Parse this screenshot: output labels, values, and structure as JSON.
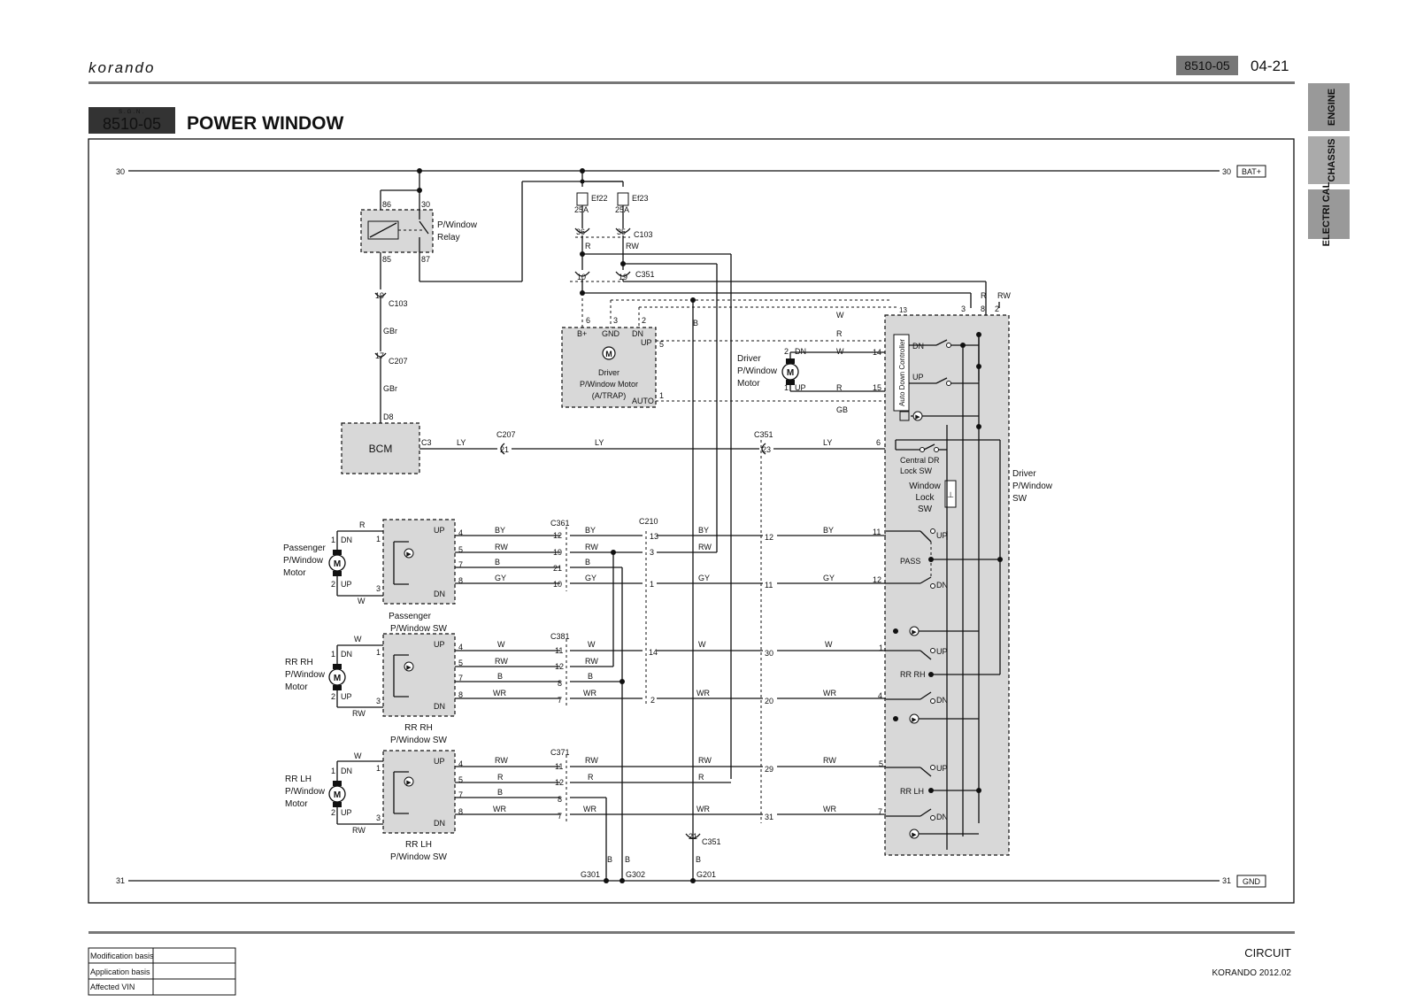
{
  "header": {
    "brand": "korando",
    "section_code": "8510-05",
    "page_number": "04-21",
    "sgn_label": "S.G.N.",
    "title_code": "8510-05",
    "title": "POWER WINDOW"
  },
  "side_tabs": [
    "ENGINE",
    "CHASSIS",
    "ELECTRI CAL"
  ],
  "rails": {
    "top_num": "30",
    "top_label": "BAT+",
    "bottom_num": "31",
    "bottom_label": "GND"
  },
  "relay": {
    "pins": [
      "86",
      "30",
      "85",
      "87"
    ],
    "label_1": "P/Window",
    "label_2": "Relay"
  },
  "fuses": [
    {
      "name": "Ef22",
      "rating": "25A",
      "pin": "36",
      "wire": "R"
    },
    {
      "name": "Ef23",
      "rating": "25A",
      "pin": "35",
      "wire": "RW"
    }
  ],
  "connectors": {
    "c103": "C103",
    "c207": "C207",
    "c351": "C351",
    "c361": "C361",
    "c210": "C210",
    "c381": "C381",
    "c371": "C371"
  },
  "left_chain": {
    "pin_19": "19",
    "wire_1": "GBr",
    "pin_17": "17",
    "wire_2": "GBr",
    "d8": "D8"
  },
  "bcm": {
    "label": "BCM",
    "pin": "C3",
    "wire": "LY",
    "c207_pin": "21",
    "wire_2": "LY",
    "c351_pin": "23",
    "wire_3": "LY",
    "sw_pin": "6"
  },
  "driver_motor_atrap": {
    "pins_top": [
      "6",
      "3",
      "2"
    ],
    "bplus": "B+",
    "gnd": "GND",
    "dn": "DN",
    "up": "UP",
    "up_pin": "5",
    "auto": "AUTO",
    "auto_pin": "1",
    "line_1": "Driver",
    "line_2": "P/Window Motor",
    "line_3": "(A/TRAP)",
    "c351_pins": [
      "10",
      "19"
    ]
  },
  "driver_motor": {
    "line_1": "Driver",
    "line_2": "P/Window",
    "line_3": "Motor",
    "dn_pin": "2",
    "dn": "DN",
    "up_pin": "1",
    "up": "UP",
    "wire_dn": "W",
    "wire_up": "R",
    "pin_14": "14",
    "pin_15": "15",
    "wire_w_top": "W",
    "wire_r_top": "R",
    "wire_gb": "GB",
    "pin_13": "13"
  },
  "driver_switch": {
    "label_1": "Driver",
    "label_2": "P/Window",
    "label_3": "SW",
    "controller": "Auto Down Controller",
    "dn": "DN",
    "up": "UP",
    "central_1": "Central DR",
    "central_2": "Lock SW",
    "lock_1": "Window",
    "lock_2": "Lock",
    "lock_3": "SW",
    "pass": "PASS",
    "rrrh": "RR RH",
    "rrlh": "RR LH",
    "top_pins": [
      "3",
      "8",
      "2"
    ],
    "top_wires": [
      "R",
      "RW"
    ]
  },
  "passenger": {
    "motor_1": "Passenger",
    "motor_2": "P/Window",
    "motor_3": "Motor",
    "sw_1": "Passenger",
    "sw_2": "P/Window SW",
    "wire_top": "R",
    "wire_bottom": "W",
    "dn_pin": "1",
    "dn": "DN",
    "up_pin": "2",
    "up": "UP",
    "pin_l1": "1",
    "pin_l3": "3",
    "sw_up": "UP",
    "sw_dn": "DN",
    "rows": [
      {
        "sw_pin": "4",
        "wire": "BY",
        "c_pin": "12",
        "wire2": "BY",
        "c210": "13",
        "wire3": "BY",
        "c351": "12",
        "wire4": "BY",
        "d_pin": "11"
      },
      {
        "sw_pin": "5",
        "wire": "RW",
        "c_pin": "19",
        "wire2": "RW",
        "c210": "3",
        "wire3": "RW"
      },
      {
        "sw_pin": "7",
        "wire": "B",
        "c_pin": "21",
        "wire2": "B"
      },
      {
        "sw_pin": "8",
        "wire": "GY",
        "c_pin": "10",
        "wire2": "GY",
        "c210": "1",
        "wire3": "GY",
        "c351": "11",
        "wire4": "GY",
        "d_pin": "12"
      }
    ]
  },
  "rrrh": {
    "motor_1": "RR RH",
    "motor_2": "P/Window",
    "motor_3": "Motor",
    "sw_1": "RR RH",
    "sw_2": "P/Window SW",
    "wire_top": "W",
    "wire_bottom": "RW",
    "dn_pin": "1",
    "dn": "DN",
    "up_pin": "2",
    "up": "UP",
    "pin_l1": "1",
    "pin_l3": "3",
    "sw_up": "UP",
    "sw_dn": "DN",
    "rows": [
      {
        "sw_pin": "4",
        "wire": "W",
        "c_pin": "11",
        "wire2": "W",
        "c210": "14",
        "wire3": "W",
        "c351": "30",
        "wire4": "W",
        "d_pin": "1"
      },
      {
        "sw_pin": "5",
        "wire": "RW",
        "c_pin": "12",
        "wire2": "RW"
      },
      {
        "sw_pin": "7",
        "wire": "B",
        "c_pin": "8",
        "wire2": "B"
      },
      {
        "sw_pin": "8",
        "wire": "WR",
        "c_pin": "7",
        "wire2": "WR",
        "c210": "2",
        "wire3": "WR",
        "c351": "20",
        "wire4": "WR",
        "d_pin": "4"
      }
    ]
  },
  "rrlh": {
    "motor_1": "RR LH",
    "motor_2": "P/Window",
    "motor_3": "Motor",
    "sw_1": "RR LH",
    "sw_2": "P/Window SW",
    "wire_top": "W",
    "wire_bottom": "RW",
    "dn_pin": "1",
    "dn": "DN",
    "up_pin": "2",
    "up": "UP",
    "pin_l1": "1",
    "pin_l3": "3",
    "sw_up": "UP",
    "sw_dn": "DN",
    "rows": [
      {
        "sw_pin": "4",
        "wire": "RW",
        "c_pin": "11",
        "wire2": "RW",
        "wire3": "RW",
        "c351": "29",
        "wire4": "RW",
        "d_pin": "5"
      },
      {
        "sw_pin": "5",
        "wire": "R",
        "c_pin": "12",
        "wire2": "R",
        "wire3": "R"
      },
      {
        "sw_pin": "7",
        "wire": "B",
        "c_pin": "8",
        "wire2": ""
      },
      {
        "sw_pin": "8",
        "wire": "WR",
        "c_pin": "7",
        "wire2": "WR",
        "wire3": "WR",
        "c351": "31",
        "wire4": "WR",
        "d_pin": "7"
      }
    ]
  },
  "grounds": {
    "g301": "G301",
    "g302": "G302",
    "g201": "G201",
    "wire_b1": "B",
    "wire_b2": "B",
    "wire_b3": "B",
    "c351_pin": "21",
    "c351": "C351",
    "vert_b": "B"
  },
  "footer": {
    "table": [
      "Modification basis",
      "Application basis",
      "Affected VIN"
    ],
    "circuit": "CIRCUIT",
    "model": "KORANDO 2012.02"
  }
}
